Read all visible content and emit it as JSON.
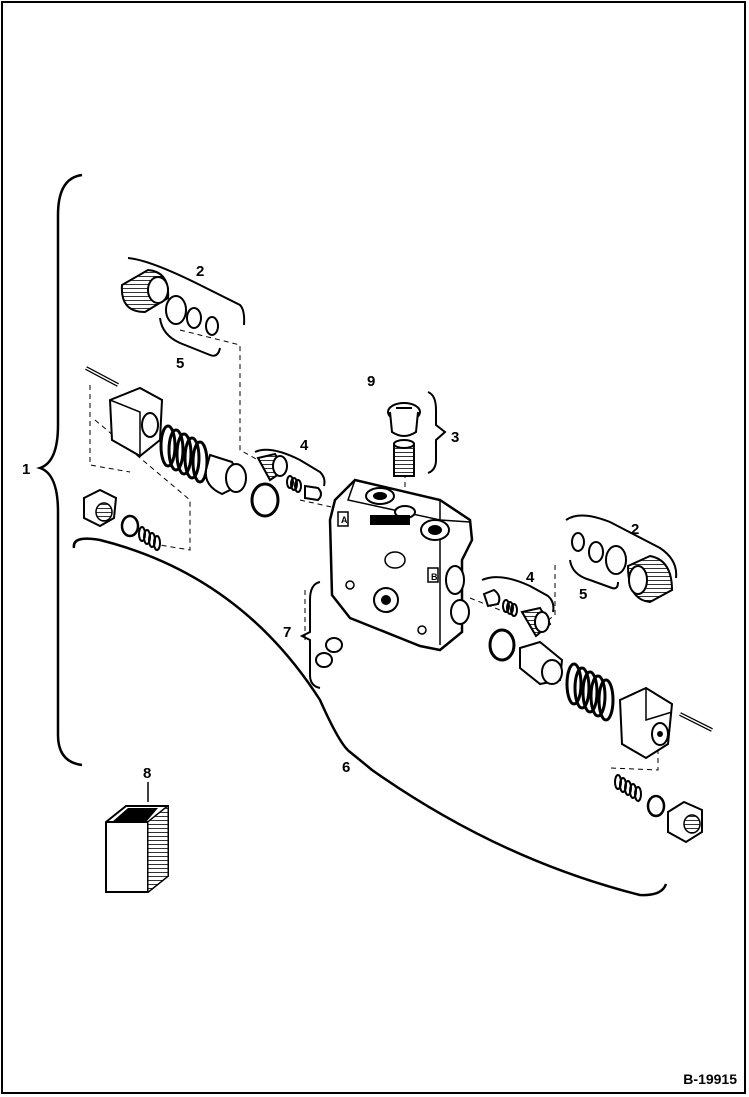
{
  "figure": {
    "id": "B-19915",
    "callouts": {
      "c1": "1",
      "c2_left": "2",
      "c2_right": "2",
      "c3": "3",
      "c4_left": "4",
      "c4_right": "4",
      "c5_left": "5",
      "c5_right": "5",
      "c6": "6",
      "c7": "7",
      "c8": "8",
      "c9": "9"
    },
    "port_labels": {
      "port_a": "A",
      "port_b": "B"
    }
  },
  "colors": {
    "ink": "#000000",
    "paper": "#ffffff",
    "shade": "#444444"
  }
}
